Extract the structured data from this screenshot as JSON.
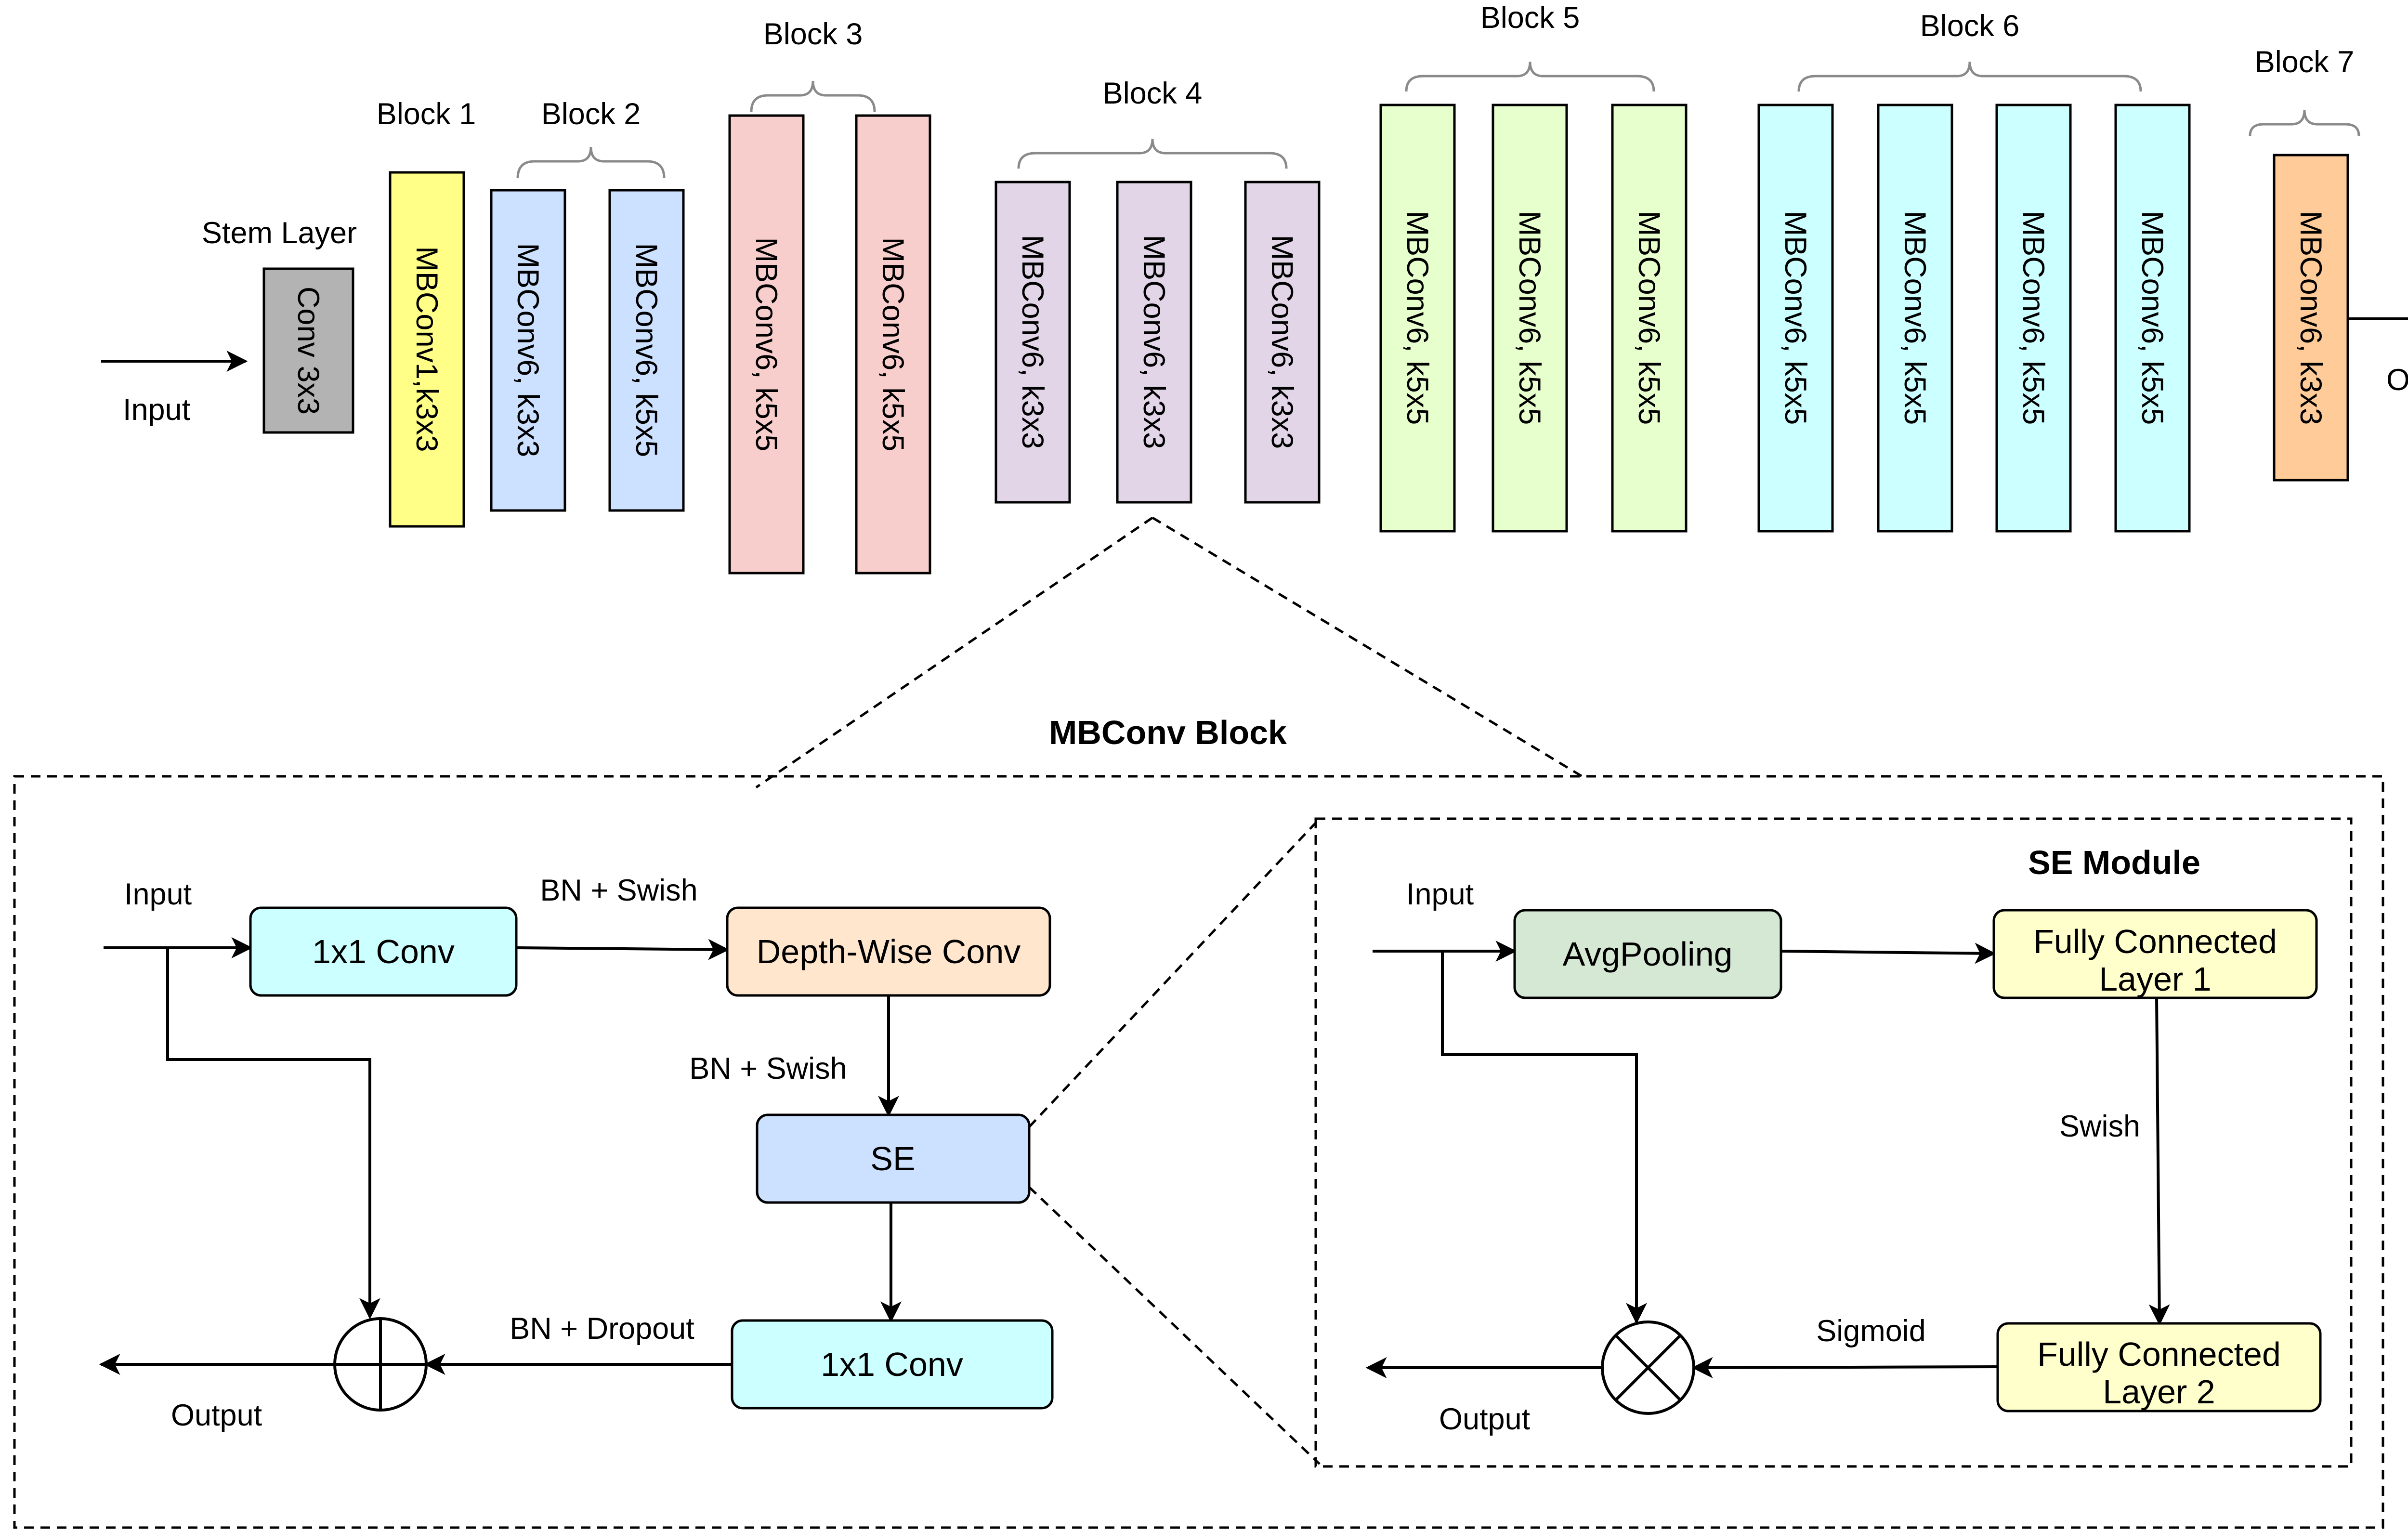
{
  "colors": {
    "stem": "#b3b3b3",
    "block1": "#ffff88",
    "block2": "#cce0ff",
    "block3": "#f8cecc",
    "block4": "#e1d5e7",
    "block5": "#e6ffcc",
    "block6": "#ccffff",
    "block7": "#ffcc99",
    "conv1x1": "#ccffff",
    "depthwise": "#ffe6cc",
    "se": "#cce0ff",
    "avgpool": "#d5e8d4",
    "fc": "#ffffcc"
  },
  "top": {
    "input_label": "Input",
    "output_label": "Output",
    "stem_label": "Stem Layer",
    "stem_box": "Conv 3x3",
    "blocks": [
      {
        "label": "Block 1",
        "layers": [
          "MBConv1,k3x3"
        ]
      },
      {
        "label": "Block 2",
        "layers": [
          "MBConv6, k3x3",
          "MBConv6, k5x5"
        ]
      },
      {
        "label": "Block 3",
        "layers": [
          "MBConv6, k5x5",
          "MBConv6, k5x5"
        ]
      },
      {
        "label": "Block 4",
        "layers": [
          "MBConv6, k3x3",
          "MBConv6, k3x3",
          "MBConv6, k3x3"
        ]
      },
      {
        "label": "Block 5",
        "layers": [
          "MBConv6, k5x5",
          "MBConv6, k5x5",
          "MBConv6, k5x5"
        ]
      },
      {
        "label": "Block 6",
        "layers": [
          "MBConv6, k5x5",
          "MBConv6, k5x5",
          "MBConv6, k5x5",
          "MBConv6, k5x5"
        ]
      },
      {
        "label": "Block 7",
        "layers": [
          "MBConv6, k3x3"
        ]
      }
    ]
  },
  "mbconv": {
    "title": "MBConv Block",
    "input_label": "Input",
    "output_label": "Output",
    "conv1": "1x1 Conv",
    "depthwise": "Depth-Wise Conv",
    "se": "SE",
    "conv2": "1x1 Conv",
    "edge_bn_swish_1": "BN + Swish",
    "edge_bn_swish_2": "BN + Swish",
    "edge_bn_dropout": "BN + Dropout"
  },
  "se_module": {
    "title": "SE Module",
    "input_label": "Input",
    "output_label": "Output",
    "avgpool": "AvgPooling",
    "fc1_line1": "Fully Connected",
    "fc1_line2": "Layer 1",
    "fc2_line1": "Fully Connected",
    "fc2_line2": "Layer 2",
    "edge_swish": "Swish",
    "edge_sigmoid": "Sigmoid"
  }
}
